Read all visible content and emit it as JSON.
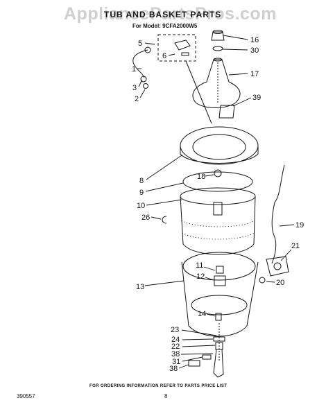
{
  "header": {
    "watermark": "AppliancePartsPros.com",
    "title": "TUB AND BASKET PARTS",
    "model_line": "For Model: 9CFA2000W5"
  },
  "footer": {
    "ordering_note": "FOR ORDERING INFORMATION REFER TO PARTS PRICE LIST",
    "doc_number": "390557",
    "page_number": "8"
  },
  "callouts": [
    {
      "id": "c5",
      "label": "5"
    },
    {
      "id": "c6",
      "label": "6"
    },
    {
      "id": "c1",
      "label": "1"
    },
    {
      "id": "c3",
      "label": "3"
    },
    {
      "id": "c2",
      "label": "2"
    },
    {
      "id": "c16",
      "label": "16"
    },
    {
      "id": "c30",
      "label": "30"
    },
    {
      "id": "c17",
      "label": "17"
    },
    {
      "id": "c39",
      "label": "39"
    },
    {
      "id": "c8",
      "label": "8"
    },
    {
      "id": "c18",
      "label": "18"
    },
    {
      "id": "c9",
      "label": "9"
    },
    {
      "id": "c10",
      "label": "10"
    },
    {
      "id": "c26",
      "label": "26"
    },
    {
      "id": "c19",
      "label": "19"
    },
    {
      "id": "c21",
      "label": "21"
    },
    {
      "id": "c11",
      "label": "11"
    },
    {
      "id": "c12",
      "label": "12"
    },
    {
      "id": "c13",
      "label": "13"
    },
    {
      "id": "c20",
      "label": "20"
    },
    {
      "id": "c14",
      "label": "14"
    },
    {
      "id": "c23",
      "label": "23"
    },
    {
      "id": "c24",
      "label": "24"
    },
    {
      "id": "c22",
      "label": "22"
    },
    {
      "id": "c38a",
      "label": "38"
    },
    {
      "id": "c31",
      "label": "31"
    },
    {
      "id": "c38b",
      "label": "38"
    }
  ]
}
